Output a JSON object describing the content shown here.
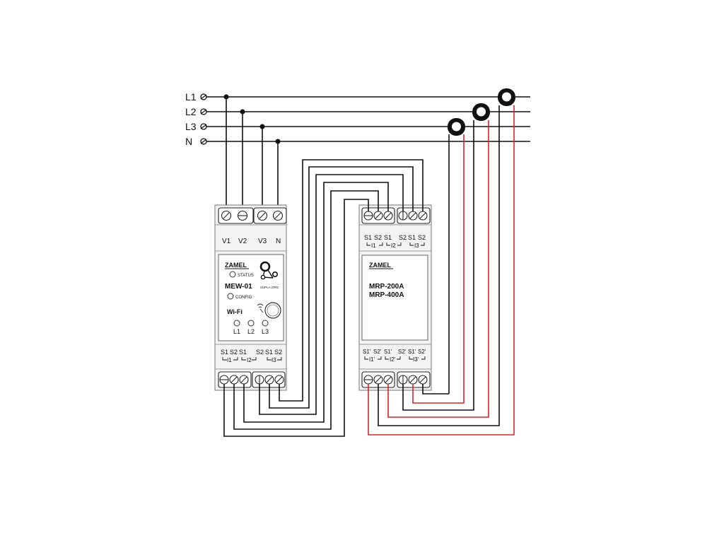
{
  "lines": {
    "l1": "L1",
    "l2": "L2",
    "l3": "L3",
    "n": "N"
  },
  "mew": {
    "brand": "ZAMEL",
    "model": "MEW-01",
    "status_label": "STATUS",
    "config_label": "CONFIG",
    "wifi_label": "Wi-Fi",
    "supla_label": "SUPLA.ORG",
    "top_terminals": [
      "V1",
      "V2",
      "V3",
      "N"
    ],
    "phase_leds": [
      "L1",
      "L2",
      "L3"
    ],
    "bottom_labels": [
      "S1",
      "S2",
      "S1",
      "S2",
      "S1",
      "S2"
    ],
    "bottom_groups": [
      "I1",
      "I2",
      "I3"
    ]
  },
  "mrp": {
    "brand": "ZAMEL",
    "model_1": "MRP-200A",
    "model_2": "MRP-400A",
    "top_labels": [
      "S1",
      "S2",
      "S1",
      "S2",
      "S1",
      "S2"
    ],
    "top_groups": [
      "I1",
      "I2",
      "I3"
    ],
    "bottom_labels": [
      "S1'",
      "S2'",
      "S1'",
      "S2'",
      "S1'",
      "S2'"
    ],
    "bottom_groups": [
      "I1'",
      "I2'",
      "I3'"
    ]
  },
  "colors": {
    "wire": "#111111",
    "secondary_wire": "#d9232d",
    "module": "#f3f3f3"
  }
}
